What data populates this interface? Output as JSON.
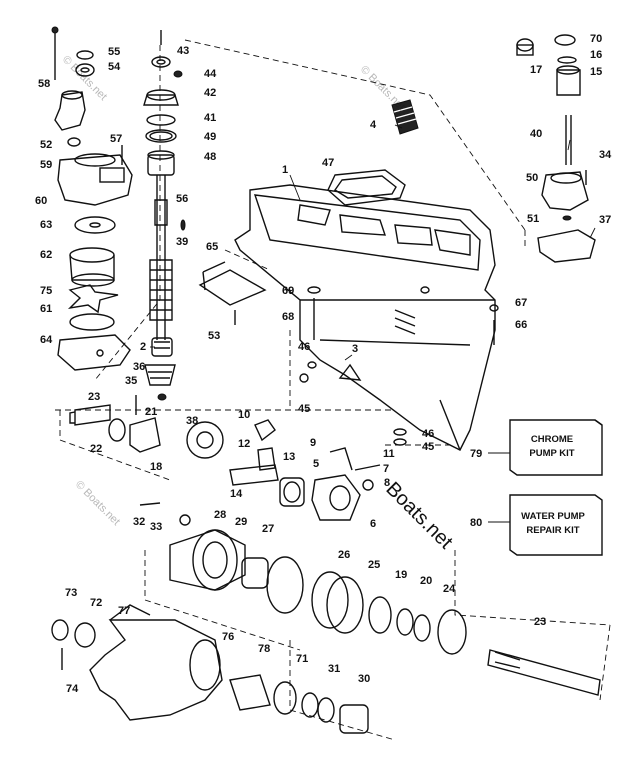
{
  "callouts": [
    "1",
    "2",
    "3",
    "4",
    "5",
    "6",
    "7",
    "8",
    "9",
    "10",
    "11",
    "12",
    "13",
    "14",
    "15",
    "16",
    "17",
    "18",
    "19",
    "20",
    "21",
    "22",
    "23",
    "23",
    "24",
    "25",
    "26",
    "27",
    "28",
    "29",
    "30",
    "31",
    "32",
    "33",
    "34",
    "35",
    "36",
    "37",
    "38",
    "39",
    "40",
    "41",
    "42",
    "43",
    "44",
    "45",
    "45",
    "46",
    "46",
    "47",
    "48",
    "49",
    "50",
    "51",
    "52",
    "53",
    "54",
    "55",
    "56",
    "57",
    "58",
    "59",
    "60",
    "61",
    "62",
    "63",
    "64",
    "65",
    "66",
    "67",
    "68",
    "69",
    "70",
    "71",
    "72",
    "73",
    "74",
    "75",
    "76",
    "77",
    "78",
    "79",
    "80"
  ],
  "kits": {
    "chrome": {
      "number": "79",
      "line1": "CHROME",
      "line2": "PUMP KIT"
    },
    "water": {
      "number": "80",
      "line1": "WATER PUMP",
      "line2": "REPAIR KIT"
    }
  },
  "watermark": {
    "main": "Boats.net",
    "copy": "© Boats.net"
  }
}
